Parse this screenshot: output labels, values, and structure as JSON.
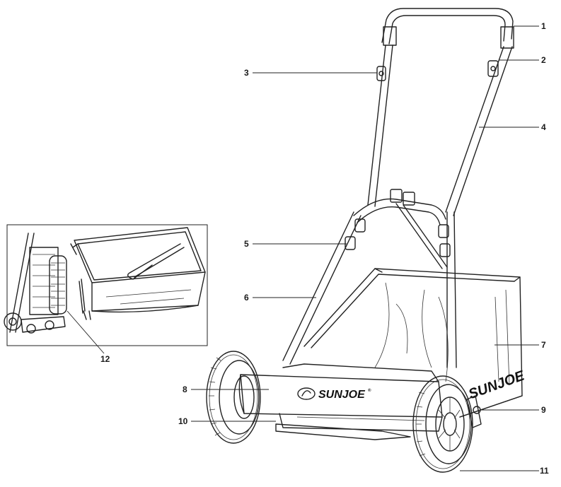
{
  "brand": {
    "name": "SUNJOE",
    "trademark": "®"
  },
  "callouts": [
    {
      "id": 1,
      "label": "1"
    },
    {
      "id": 2,
      "label": "2"
    },
    {
      "id": 3,
      "label": "3"
    },
    {
      "id": 4,
      "label": "4"
    },
    {
      "id": 5,
      "label": "5"
    },
    {
      "id": 6,
      "label": "6"
    },
    {
      "id": 7,
      "label": "7"
    },
    {
      "id": 8,
      "label": "8"
    },
    {
      "id": 9,
      "label": "9"
    },
    {
      "id": 10,
      "label": "10"
    },
    {
      "id": 11,
      "label": "11"
    },
    {
      "id": 12,
      "label": "12"
    }
  ],
  "colors": {
    "line": "#222222",
    "background": "#ffffff",
    "shade": "#e6e6e6"
  }
}
